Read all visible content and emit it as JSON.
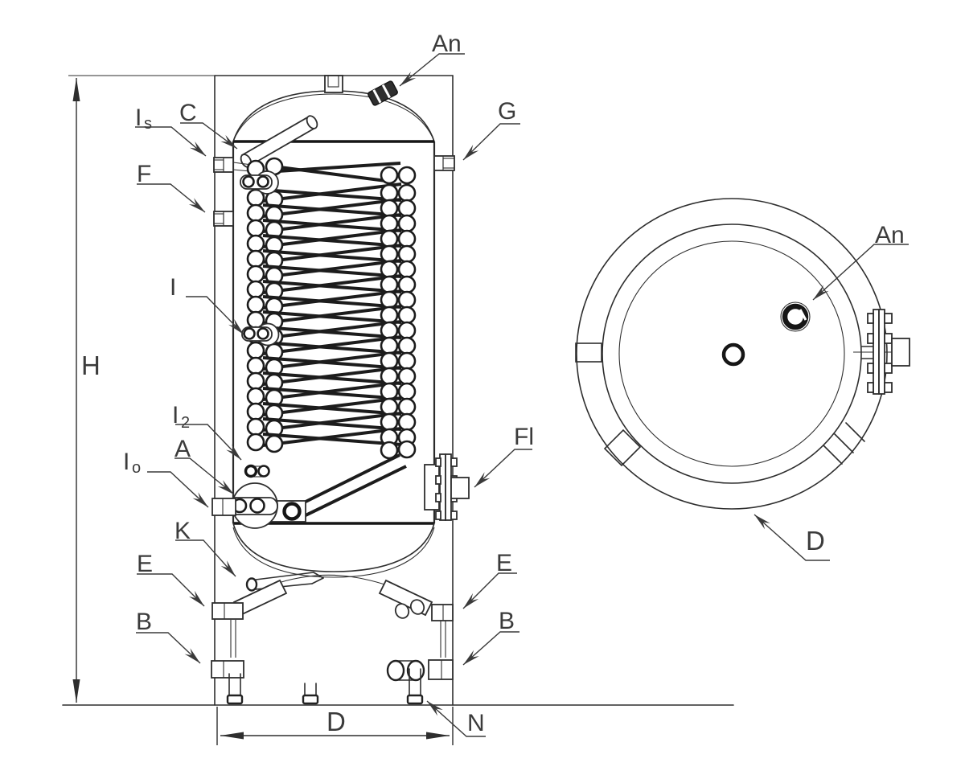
{
  "drawing": {
    "type": "tank-technical-drawing",
    "ink_color": "#2e2e2e",
    "background_color": "#ffffff"
  },
  "side_view": {
    "labels": {
      "an": "An",
      "c": "C",
      "is": {
        "main": "I",
        "sub": "s"
      },
      "f": "F",
      "g": "G",
      "i": "I",
      "i2": {
        "main": "I",
        "sub": "2"
      },
      "a": "A",
      "io": {
        "main": "I",
        "sub": "o"
      },
      "k": "K",
      "e_left": "E",
      "e_right": "E",
      "b_left": "B",
      "b_right": "B",
      "fl": "Fl",
      "n": "N"
    },
    "dimensions": {
      "h": "H",
      "d": "D"
    }
  },
  "top_view": {
    "labels": {
      "an": "An",
      "d": "D"
    }
  }
}
